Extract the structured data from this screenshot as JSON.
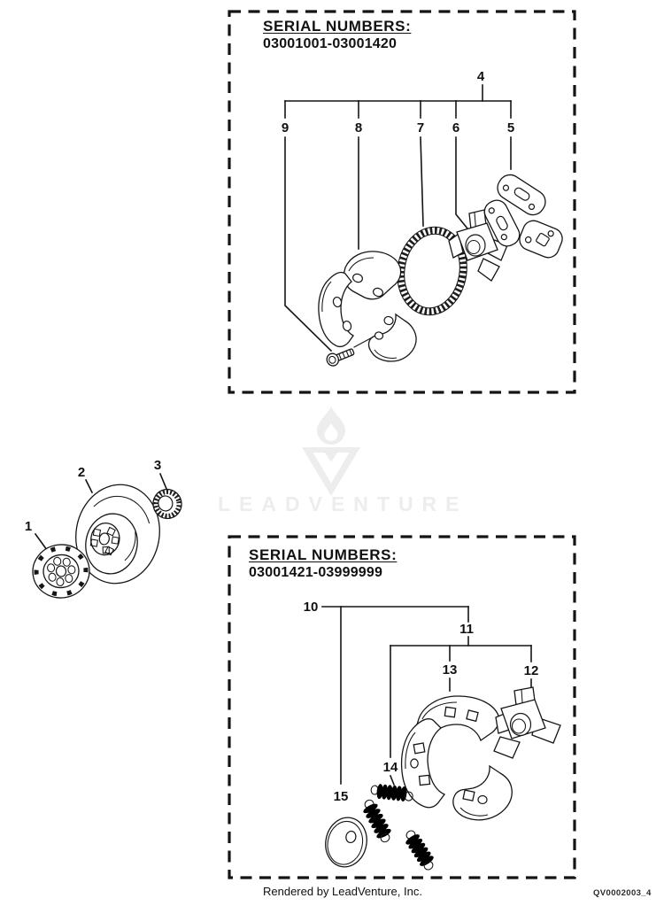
{
  "watermark": {
    "brand": "LEADVENTURE"
  },
  "footer": {
    "rendered_by": "Rendered by LeadVenture, Inc.",
    "doc_code": "QV0002003_4"
  },
  "top_box": {
    "title": "SERIAL NUMBERS:",
    "serial_range": "03001001-03001420",
    "callouts": {
      "4": "4",
      "5": "5",
      "6": "6",
      "7": "7",
      "8": "8",
      "9": "9"
    }
  },
  "middle_parts": {
    "callouts": {
      "1": "1",
      "2": "2",
      "3": "3"
    }
  },
  "bottom_box": {
    "title": "SERIAL NUMBERS:",
    "serial_range": "03001421-03999999",
    "callouts": {
      "10": "10",
      "11": "11",
      "12": "12",
      "13": "13",
      "14": "14",
      "15": "15"
    }
  }
}
